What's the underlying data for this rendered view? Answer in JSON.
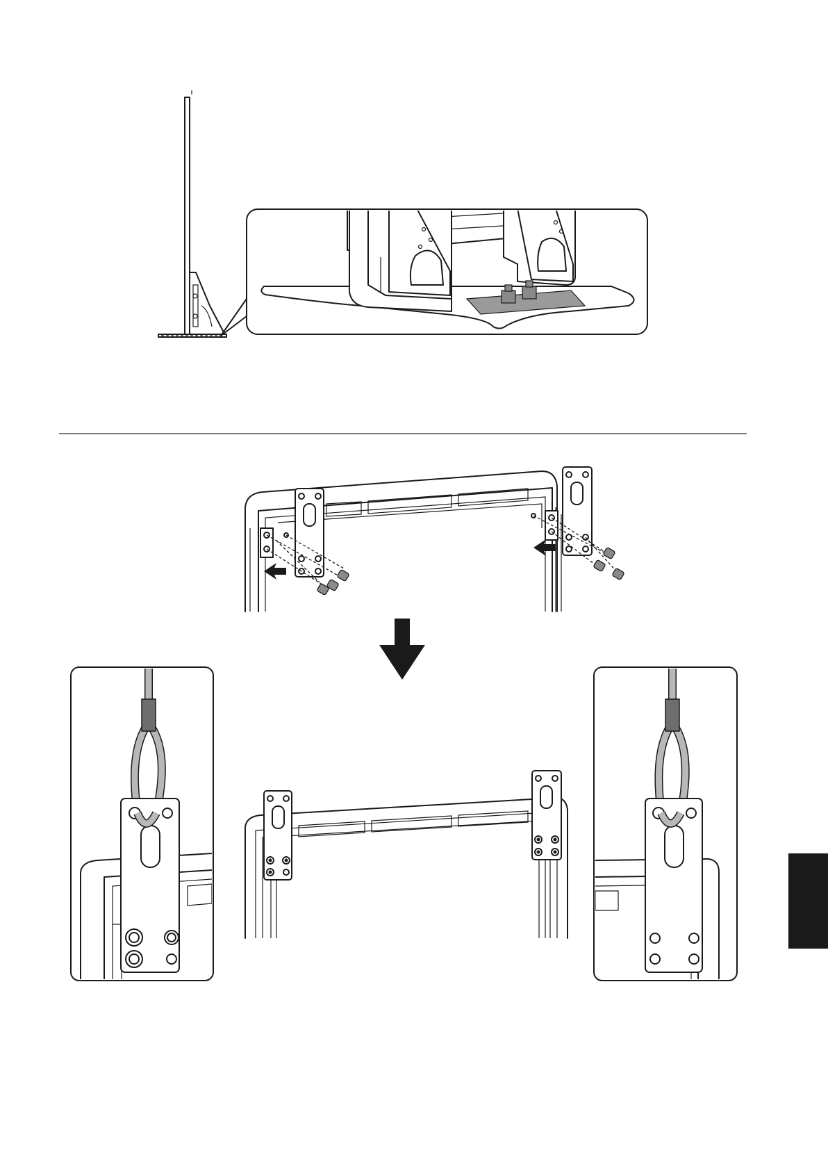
{
  "page": {
    "background": "#ffffff",
    "ink_color": "#1a1a1a",
    "wire_color": "#b8b8b8",
    "sleeve_color": "#6e6e6e"
  },
  "figures": {
    "top": "tv-side-view-with-stand-callout",
    "middle": "bracket-installation-with-screws",
    "arrow": "down-arrow-icon",
    "bottom": "installed-brackets-with-hanging-wires"
  }
}
